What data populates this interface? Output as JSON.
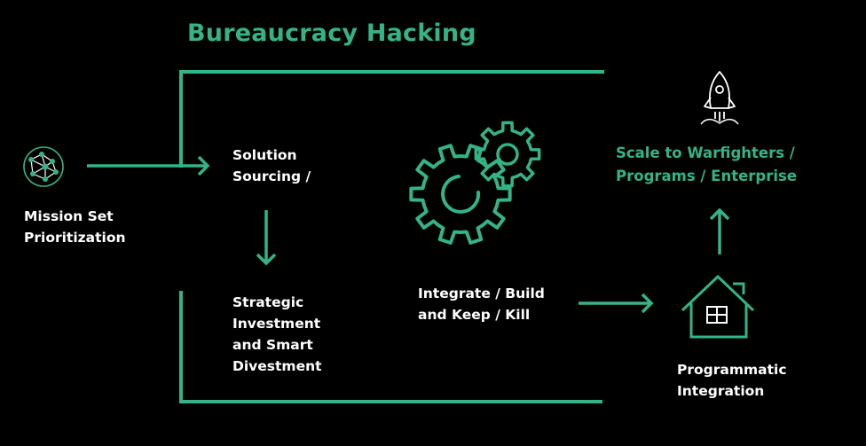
{
  "title": "Bureaucracy Hacking",
  "nodes": {
    "mission": "Mission Set\nPrioritization",
    "sourcing": "Solution\nSourcing /",
    "investment": "Strategic\nInvestment\nand Smart\nDivestment",
    "integrate": "Integrate / Build\nand Keep / Kill",
    "programmatic": "Programmatic\nIntegration",
    "scale": "Scale to Warfighters /\nPrograms / Enterprise"
  },
  "icons": [
    "network-globe-icon",
    "gears-icon",
    "house-icon",
    "rocket-icon"
  ],
  "colors": {
    "accent": "#34b386",
    "background": "#000000",
    "text": "#ffffff"
  }
}
